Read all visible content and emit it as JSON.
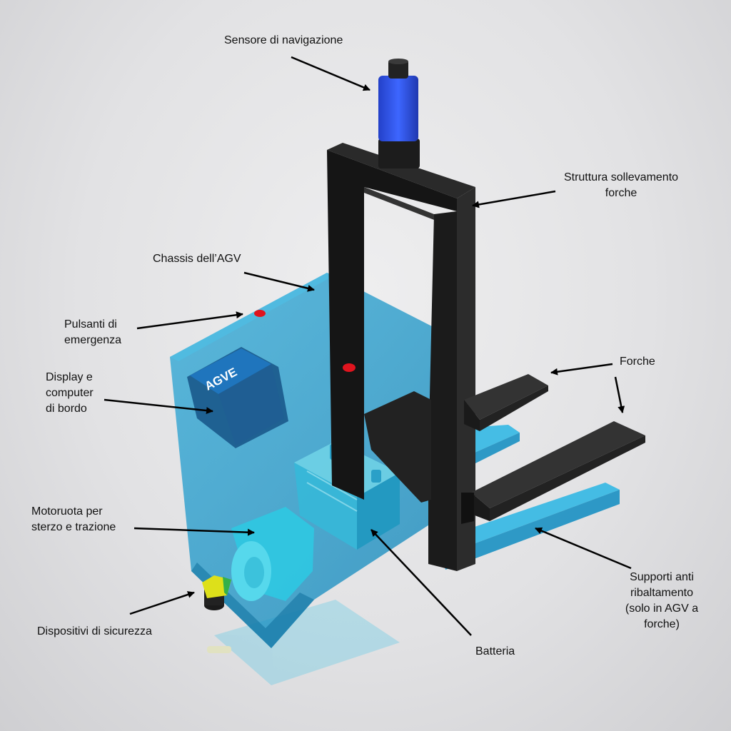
{
  "labels": {
    "sensore": "Sensore di navigazione",
    "struttura": "Struttura sollevamento\nforche",
    "chassis": "Chassis dell’AGV",
    "pulsanti": "Pulsanti di\nemergenza",
    "display": "Display e\ncomputer\ndi bordo",
    "forche": "Forche",
    "motoruota": "Motoruota per\nsterzo e trazione",
    "supporti": "Supporti anti\nribaltamento\n(solo in AGV a\nforche)",
    "dispositivi": "Dispositivi di sicurezza",
    "batteria": "Batteria"
  },
  "screen_text": "AGVE",
  "colors": {
    "chassis": "#1e9fd0",
    "frame": "#1a1a1a",
    "sensor": "#2f55e8",
    "motor": "#2fd0e6",
    "emergency": "#e0141e",
    "safety": "#d8e21c"
  }
}
